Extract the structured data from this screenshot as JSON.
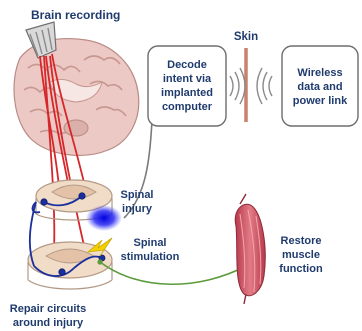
{
  "labels": {
    "brain_recording": "Brain recording",
    "skin": "Skin",
    "decode_line1": "Decode",
    "decode_line2": "intent via",
    "decode_line3": "implanted",
    "decode_line4": "computer",
    "wireless_line1": "Wireless",
    "wireless_line2": "data and",
    "wireless_line3": "power link",
    "spinal_injury_line1": "Spinal",
    "spinal_injury_line2": "injury",
    "spinal_stim_line1": "Spinal",
    "spinal_stim_line2": "stimulation",
    "restore_line1": "Restore",
    "restore_line2": "muscle",
    "restore_line3": "function",
    "repair_line1": "Repair circuits",
    "repair_line2": "around injury"
  },
  "colors": {
    "label_text": "#1f3b6e",
    "nerve_red": "#d7262a",
    "nerve_blue": "#1b2f9c",
    "skin_line": "#c9826b",
    "injury": "#1b1bd8",
    "lightning": "#f5d000",
    "muscle": "#c84a5a",
    "stim_wire": "#5b9b3c"
  }
}
